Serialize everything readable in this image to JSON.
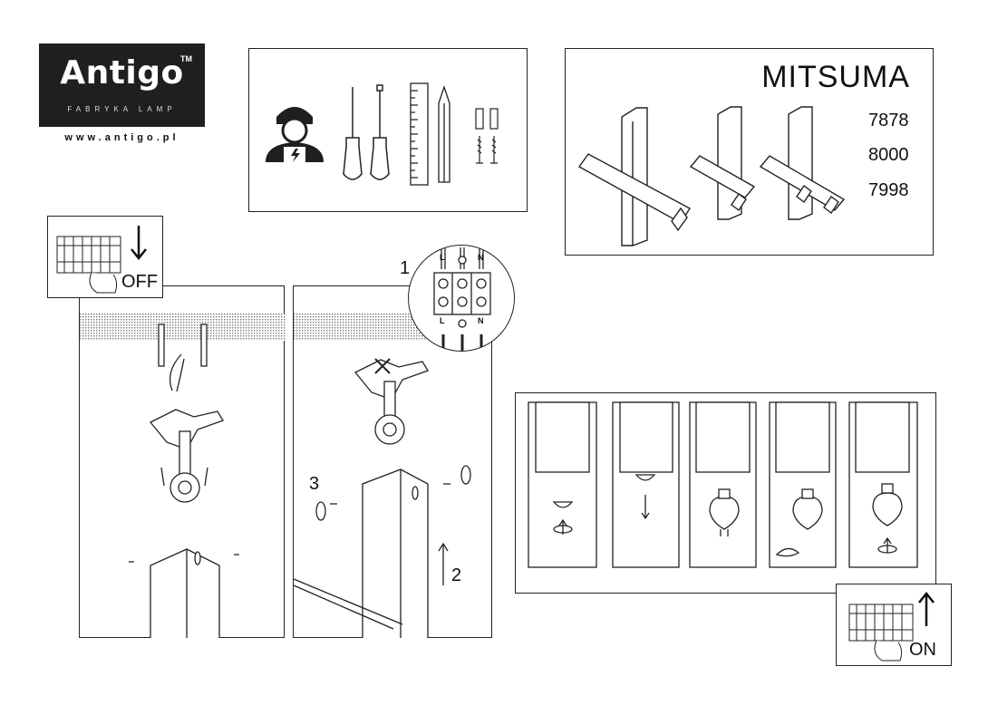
{
  "logo": {
    "brand": "Antigo",
    "tm": "TM",
    "subtitle": "FABRYKA LAMP",
    "website": "www.antigo.pl"
  },
  "product": {
    "name": "MITSUMA",
    "codes": [
      "7878",
      "8000",
      "7998"
    ]
  },
  "switches": {
    "off_label": "OFF",
    "on_label": "ON"
  },
  "terminal": {
    "labels": [
      "L",
      "N"
    ]
  },
  "steps": {
    "step1": "1",
    "step2": "2",
    "step3": "3"
  }
}
